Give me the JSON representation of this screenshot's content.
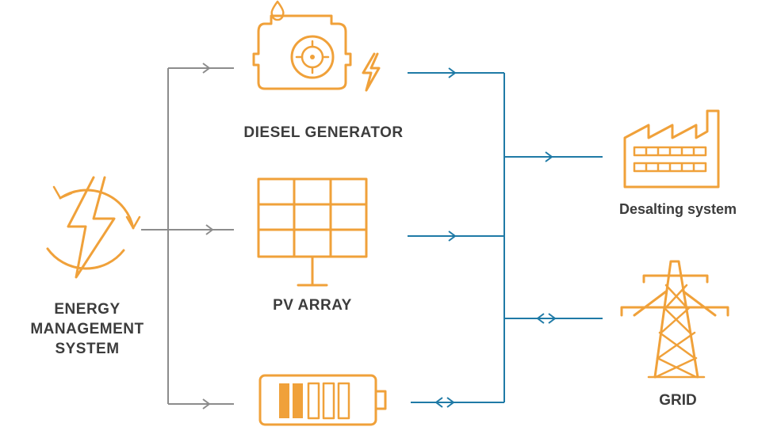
{
  "labels": {
    "diesel": "DIESEL GENERATOR",
    "pv": "PV ARRAY",
    "ems_line1": "ENERGY",
    "ems_line2": "MANAGEMENT",
    "ems_line3": "SYSTEM",
    "desalting": "Desalting system",
    "grid": "GRID"
  },
  "icons": {
    "ems": "lightning-cycle-icon",
    "diesel": "generator-icon",
    "pv": "solar-panel-icon",
    "battery": "battery-icon",
    "desalting": "factory-icon",
    "grid": "transmission-tower-icon"
  },
  "colors": {
    "icon": "#f0a13a",
    "input_lines": "#8c8c8c",
    "output_lines": "#1f7aa6",
    "label_text": "#3c3c3c"
  }
}
